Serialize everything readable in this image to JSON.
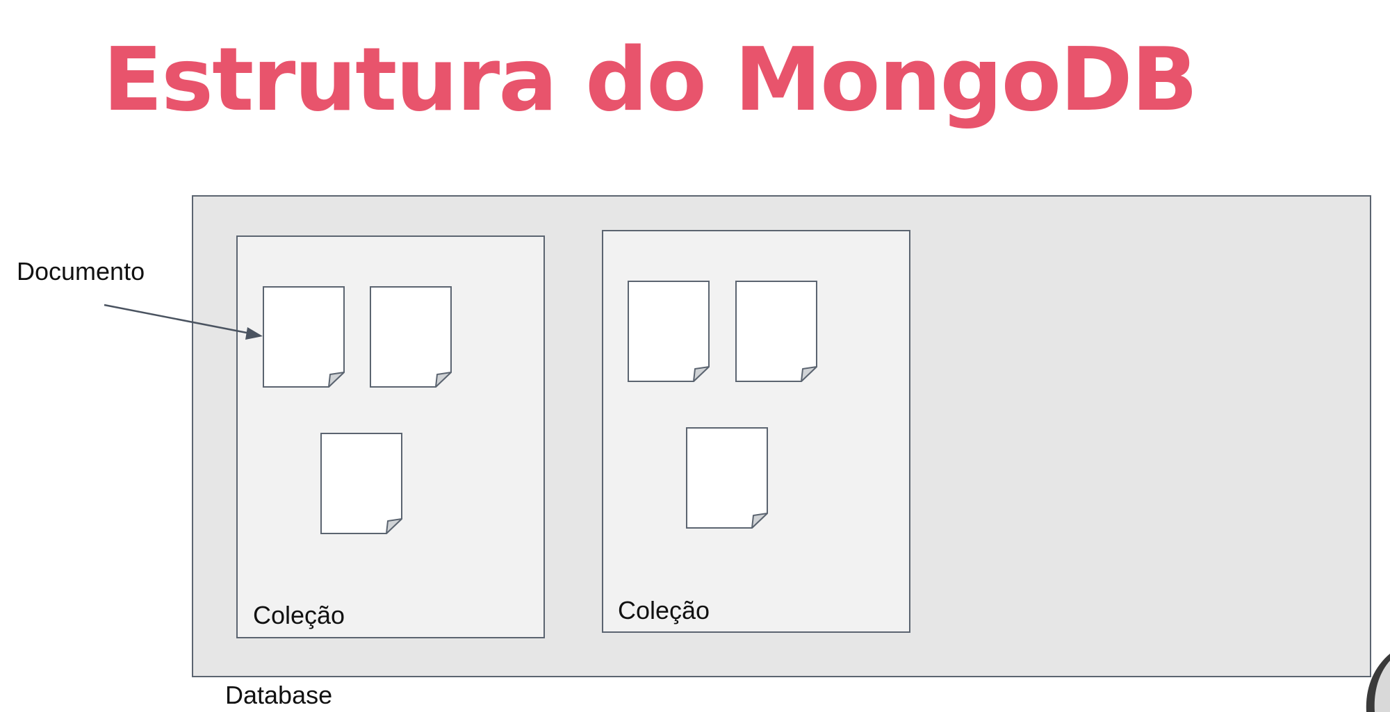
{
  "title": "Estrutura do MongoDB",
  "colors": {
    "title": "#e8546c",
    "database_fill": "#e6e6e6",
    "collection_fill": "#f2f2f2",
    "document_fill": "#ffffff",
    "stroke": "#5b6470"
  },
  "labels": {
    "document": "Documento",
    "database": "Database"
  },
  "collections": [
    {
      "label": "Coleção",
      "document_count": 3
    },
    {
      "label": "Coleção",
      "document_count": 3
    }
  ],
  "icons": {
    "document": "document-icon",
    "arrow": "arrow-icon"
  }
}
